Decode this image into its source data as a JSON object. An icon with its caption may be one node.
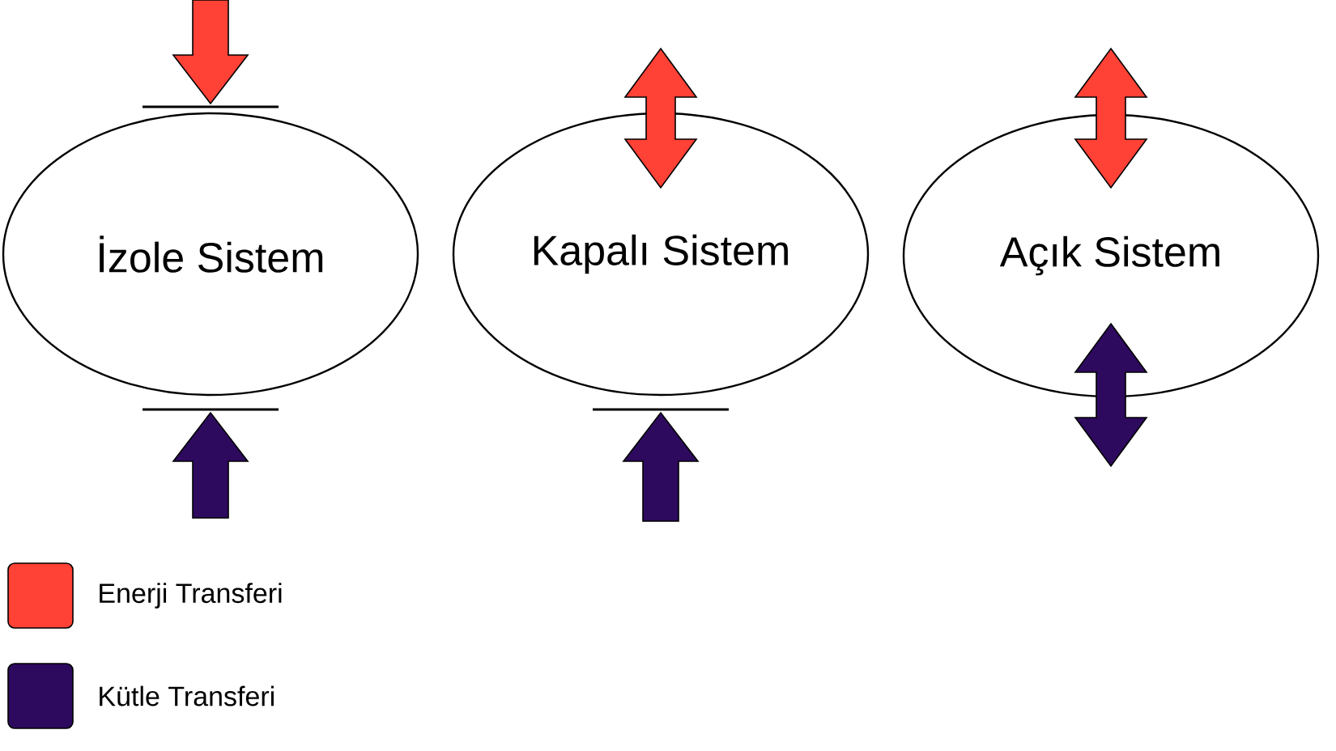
{
  "diagram": {
    "nodes": [
      {
        "text": [
          "İzole Sistem"
        ]
      },
      {
        "text": [
          "Kapalı Sistem"
        ]
      },
      {
        "text": [
          "Açık Sistem"
        ]
      }
    ],
    "legend": [
      {
        "text": "Enerji Transferi",
        "color": "#ff4136"
      },
      {
        "text": "Kütle Transferi",
        "color": "#2e0a5e"
      }
    ]
  }
}
